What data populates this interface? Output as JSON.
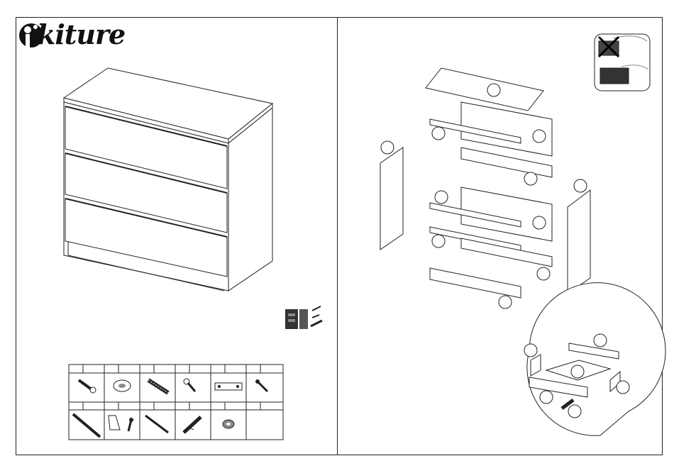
{
  "brand": {
    "name": "kiture",
    "logo_letter": "i"
  },
  "hardware_bag": {
    "label": "hardware-pack"
  },
  "parts_table": {
    "rows": 2,
    "row1_icons": [
      "cam-bolt-icon",
      "cam-lock-icon",
      "wooden-dowel-icon",
      "short-screw-icon",
      "connector-plate-icon",
      "screw-icon"
    ],
    "row2_icons": [
      "drawer-runner-icon",
      "bracket-and-screw-icon",
      "long-screw-icon",
      "wall-plug-icon",
      "washer-icon",
      "empty"
    ]
  },
  "no_water_icon": "no-wet-cloth-icon",
  "dry_cloth_icon": "dry-cloth-icon"
}
